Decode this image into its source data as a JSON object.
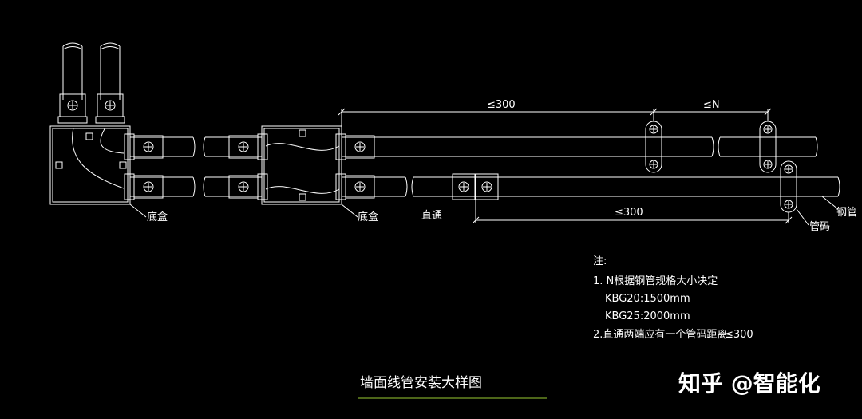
{
  "labels": {
    "box_left": "底盒",
    "box_right": "底盒",
    "straight": "直通",
    "clamp": "管码",
    "steel_pipe": "钢管"
  },
  "dimensions": {
    "top_dim": "≤300",
    "n_dim": "≤N",
    "bottom_dim": "≤300"
  },
  "notes": {
    "heading": "注:",
    "line1": "1. N根据钢管规格大小决定",
    "line2": "KBG20:1500mm",
    "line3": "KBG25:2000mm",
    "line4": "2.直通两端应有一个管码距离",
    "line4_value": "≤300"
  },
  "drawing_title": "墙面线管安装大样图",
  "watermark": "知乎 @智能化",
  "colors": {
    "background": "#000000",
    "line": "#ffffff",
    "title_underline": "#9acd32"
  }
}
